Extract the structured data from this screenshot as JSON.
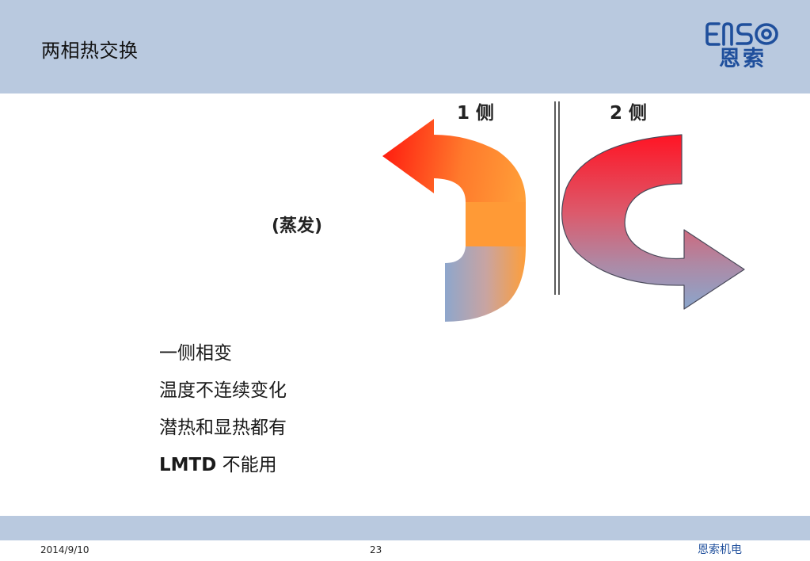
{
  "slide": {
    "title": "两相热交换"
  },
  "logo": {
    "latin": "ENSO",
    "cn": "恩索",
    "color": "#1f4f9c"
  },
  "diagram": {
    "side1_label": "1 侧",
    "side2_label": "2 侧",
    "process_label": "(蒸发)",
    "colors": {
      "hot_red": "#ff2a17",
      "warm_orange": "#ff9c35",
      "cool_blue": "#8fa8cc",
      "hot_red_2": "#ee1c2e"
    }
  },
  "bullets": {
    "item1": "一侧相变",
    "item2": "温度不连续变化",
    "item3": "潜热和显热都有",
    "item4_strong": "LMTD",
    "item4_rest": " 不能用"
  },
  "footer": {
    "date": "2014/9/10",
    "page": "23",
    "company": "恩索机电"
  }
}
